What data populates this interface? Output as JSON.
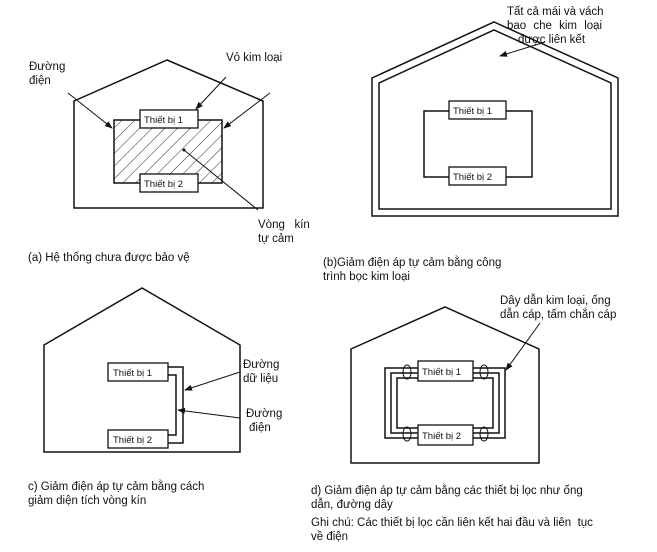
{
  "device1": "Thiết bị 1",
  "device2": "Thiết bị 2",
  "panel_a": {
    "label_power_line": [
      "Đường",
      "điện"
    ],
    "label_metal_casing": "Vỏ kim loại",
    "label_loop": [
      "Vòng   kín",
      "tự cảm"
    ],
    "caption": "(a) Hệ thống chưa được bảo vệ"
  },
  "panel_b": {
    "label_bonded": [
      "Tất cả mái và vách",
      "bao che kim loại",
      "được liên kết"
    ],
    "caption": [
      "(b)Giảm điện áp tự cảm bằng công",
      "trình bọc kim loại"
    ]
  },
  "panel_c": {
    "label_data_line": [
      "Đường",
      "dữ liệu"
    ],
    "label_power_line": [
      "Đường",
      "điện"
    ],
    "caption": [
      "c) Giảm điện áp tự cảm bằng cách",
      "giảm diện tích vòng kín"
    ]
  },
  "panel_d": {
    "label_shield": [
      "Dây dẫn kim loại, ống",
      "dẫn cáp, tấm chắn cáp"
    ],
    "caption": [
      "d) Giảm điện áp tự cảm bằng các thiết bị lọc như ống",
      "dẫn, đường dây"
    ],
    "note": [
      "Ghi chú: Các thiết bị lọc cần liên kết hai đầu và liên  tục",
      "về điện"
    ]
  }
}
